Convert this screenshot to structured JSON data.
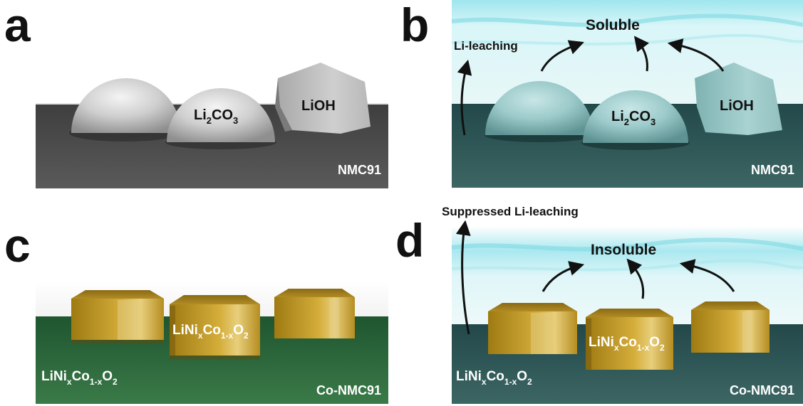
{
  "panels": {
    "a": {
      "letter": "a",
      "substrate": "NMC91",
      "species": [
        {
          "base": "Li",
          "sub1": "2",
          "rest": "CO",
          "sub2": "3"
        },
        {
          "text": "LiOH"
        }
      ]
    },
    "b": {
      "letter": "b",
      "substrate": "NMC91",
      "process": "Li-leaching",
      "state": "Soluble",
      "species": [
        {
          "base": "Li",
          "sub1": "2",
          "rest": "CO",
          "sub2": "3"
        },
        {
          "text": "LiOH"
        }
      ]
    },
    "c": {
      "letter": "c",
      "substrate": "Co-NMC91",
      "crystal": {
        "p1": "LiNi",
        "s1": "x",
        "p2": "Co",
        "s2": "1-x",
        "p3": "O",
        "s3": "2"
      },
      "crystal_side": {
        "p1": "LiNi",
        "s1": "x",
        "p2": "Co",
        "s2": "1-x",
        "p3": "O",
        "s3": "2"
      }
    },
    "d": {
      "letter": "d",
      "substrate": "Co-NMC91",
      "process": "Suppressed Li-leaching",
      "state": "Insoluble",
      "crystal": {
        "p1": "LiNi",
        "s1": "x",
        "p2": "Co",
        "s2": "1-x",
        "p3": "O",
        "s3": "2"
      },
      "crystal_side": {
        "p1": "LiNi",
        "s1": "x",
        "p2": "Co",
        "s2": "1-x",
        "p3": "O",
        "s3": "2"
      }
    }
  },
  "colors": {
    "nmc_substrate": "#4b4b4b",
    "nmc_substrate_wet": "#2f5a57",
    "co_substrate": "#2e6a3d",
    "co_substrate_wet": "#2f5c55",
    "particle_gray": "#c8c8c8",
    "particle_cyan": "#9ccaca",
    "crystal_gold": "#c9a12a",
    "water": "#bfeef0"
  }
}
